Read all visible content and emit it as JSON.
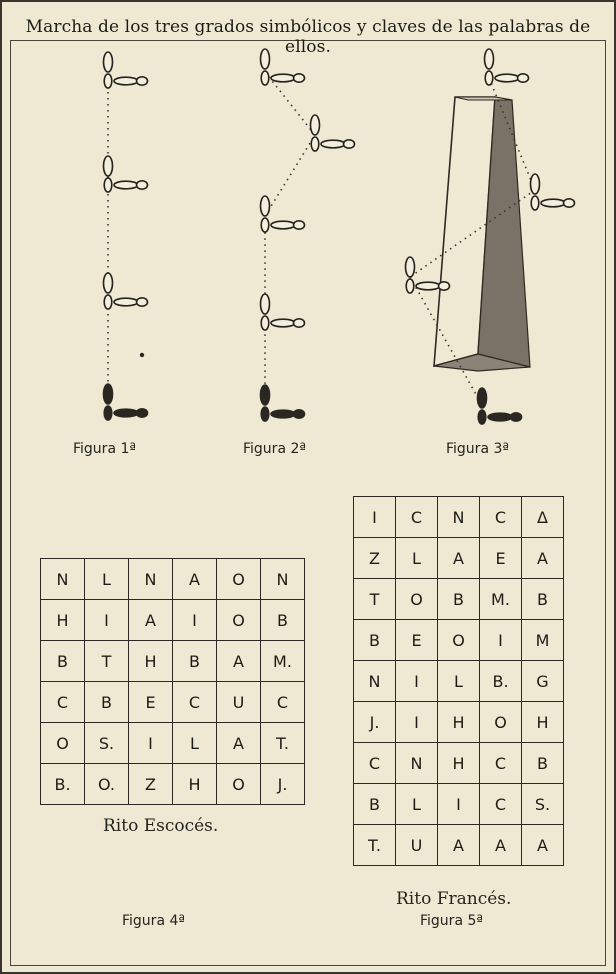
{
  "title": "Marcha de los tres grados simbólicos y claves de las palabras de ellos.",
  "figure_labels": {
    "fig1": "Figura 1ª",
    "fig2": "Figura 2ª",
    "fig3": "Figura 3ª",
    "fig4": "Figura 4ª",
    "fig5": "Figura 5ª"
  },
  "rites": {
    "escoces": "Rito Escocés.",
    "frances": "Rito Francés."
  },
  "grid_escoces": [
    [
      "N",
      "L",
      "N",
      "A",
      "O",
      "N"
    ],
    [
      "H",
      "I",
      "A",
      "I",
      "O",
      "B"
    ],
    [
      "B",
      "T",
      "H",
      "B",
      "A",
      "M."
    ],
    [
      "C",
      "B",
      "E",
      "C",
      "U",
      "C"
    ],
    [
      "O",
      "S.",
      "I",
      "L",
      "A",
      "T."
    ],
    [
      "B.",
      "O.",
      "Z",
      "H",
      "O",
      "J."
    ]
  ],
  "grid_frances": [
    [
      "I",
      "C",
      "N",
      "C",
      "Δ"
    ],
    [
      "Z",
      "L",
      "A",
      "E",
      "A"
    ],
    [
      "T",
      "O",
      "B",
      "M.",
      "B"
    ],
    [
      "B",
      "E",
      "O",
      "I",
      "M"
    ],
    [
      "N",
      "I",
      "L",
      "B.",
      "G"
    ],
    [
      "J.",
      "I",
      "H",
      "O",
      "H"
    ],
    [
      "C",
      "N",
      "H",
      "C",
      "B"
    ],
    [
      "B",
      "L",
      "I",
      "C",
      "S."
    ],
    [
      "T.",
      "U",
      "A",
      "A",
      "A"
    ]
  ]
}
